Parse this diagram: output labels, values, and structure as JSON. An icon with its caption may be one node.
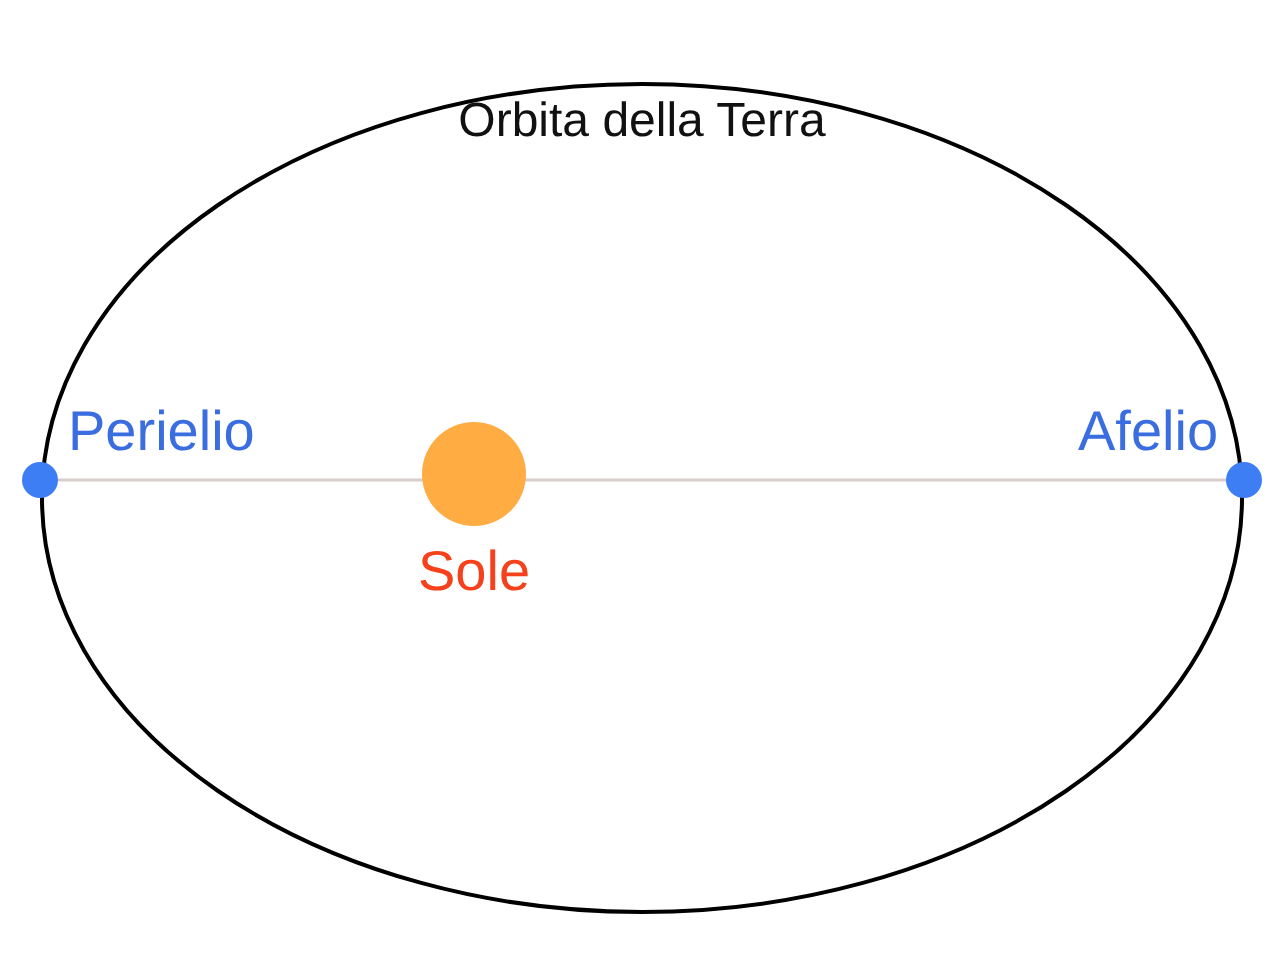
{
  "diagram": {
    "nodes": [
      {
        "text": [
          "Orbita della Terra"
        ]
      },
      {
        "text": [],
        "shape": "circle",
        "beside": [
          "Perielio"
        ]
      },
      {
        "text": [],
        "shape": "circle",
        "beside": [
          "Sole"
        ],
        "in": 0
      },
      {
        "text": [],
        "shape": "circle",
        "beside": [
          "Afelio"
        ]
      }
    ]
  }
}
